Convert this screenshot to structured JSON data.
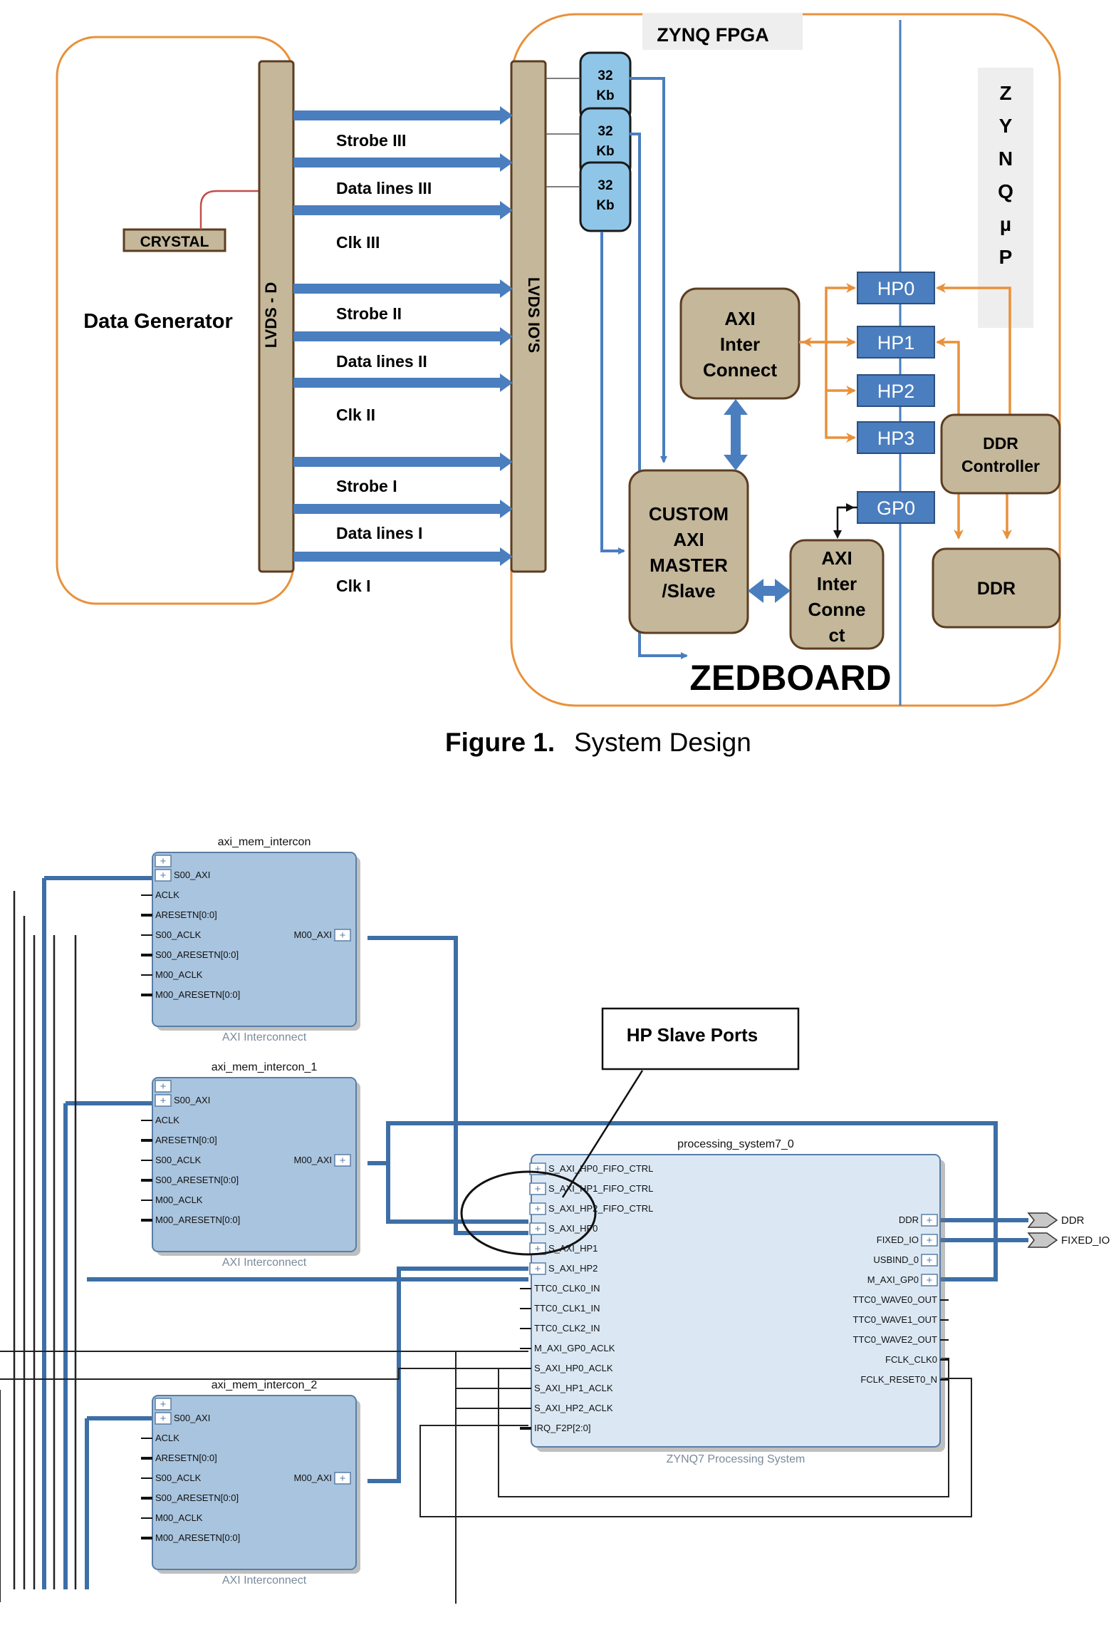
{
  "figure1": {
    "caption_label": "Figure 1.",
    "caption_text": "System Design",
    "data_generator": {
      "title": "Data Generator",
      "crystal_label": "CRYSTAL",
      "lvds_d_label": "LVDS - D"
    },
    "lvds_ios_label": "LVDS IO'S",
    "signals": [
      "Strobe III",
      "Data lines III",
      "Clk III",
      "Strobe II",
      "Data lines II",
      "Clk II",
      "Strobe I",
      "Data lines I",
      "Clk I"
    ],
    "fpga": {
      "title": "ZYNQ FPGA",
      "board_label": "ZEDBOARD",
      "zynq_up_letters": [
        "Z",
        "Y",
        "N",
        "Q",
        "µ",
        "P"
      ],
      "bram_blocks": [
        {
          "line1": "32",
          "line2": "Kb"
        },
        {
          "line1": "32",
          "line2": "Kb"
        },
        {
          "line1": "32",
          "line2": "Kb"
        }
      ],
      "axi_interconnect_top": [
        "AXI",
        "Inter",
        "Connect"
      ],
      "axi_interconnect_bottom": [
        "AXI",
        "Inter",
        "Conne",
        "ct"
      ],
      "custom_master": [
        "CUSTOM",
        "AXI",
        "MASTER",
        "/Slave"
      ],
      "hp_ports": [
        "HP0",
        "HP1",
        "HP2",
        "HP3"
      ],
      "gp_port": "GP0",
      "ddr_controller": [
        "DDR",
        "Controller"
      ],
      "ddr": "DDR"
    },
    "colors": {
      "orange": "#e8913a",
      "blue_arrow": "#4a7ebf",
      "tan": "#c4b79a",
      "brown_border": "#5c3d22",
      "hp_blue": "#4a7ebf",
      "bram_fill": "#8fc6e8"
    }
  },
  "figure2": {
    "callout": "HP Slave Ports",
    "interconnects": [
      {
        "name": "axi_mem_intercon",
        "footer": "AXI Interconnect",
        "ports_left": [
          "S00_AXI",
          "ACLK",
          "ARESETN[0:0]",
          "S00_ACLK",
          "S00_ARESETN[0:0]",
          "M00_ACLK",
          "M00_ARESETN[0:0]"
        ],
        "port_right": "M00_AXI"
      },
      {
        "name": "axi_mem_intercon_1",
        "footer": "AXI Interconnect",
        "ports_left": [
          "S00_AXI",
          "ACLK",
          "ARESETN[0:0]",
          "S00_ACLK",
          "S00_ARESETN[0:0]",
          "M00_ACLK",
          "M00_ARESETN[0:0]"
        ],
        "port_right": "M00_AXI"
      },
      {
        "name": "axi_mem_intercon_2",
        "footer": "AXI Interconnect",
        "ports_left": [
          "S00_AXI",
          "ACLK",
          "ARESETN[0:0]",
          "S00_ACLK",
          "S00_ARESETN[0:0]",
          "M00_ACLK",
          "M00_ARESETN[0:0]"
        ],
        "port_right": "M00_AXI"
      }
    ],
    "processing_system": {
      "name": "processing_system7_0",
      "footer": "ZYNQ7 Processing System",
      "ports_left": [
        "S_AXI_HP0_FIFO_CTRL",
        "S_AXI_HP1_FIFO_CTRL",
        "S_AXI_HP2_FIFO_CTRL",
        "S_AXI_HP0",
        "S_AXI_HP1",
        "S_AXI_HP2",
        "TTC0_CLK0_IN",
        "TTC0_CLK1_IN",
        "TTC0_CLK2_IN",
        "M_AXI_GP0_ACLK",
        "S_AXI_HP0_ACLK",
        "S_AXI_HP1_ACLK",
        "S_AXI_HP2_ACLK",
        "IRQ_F2P[2:0]"
      ],
      "ports_right": [
        "DDR",
        "FIXED_IO",
        "USBIND_0",
        "M_AXI_GP0",
        "TTC0_WAVE0_OUT",
        "TTC0_WAVE1_OUT",
        "TTC0_WAVE2_OUT",
        "FCLK_CLK0",
        "FCLK_RESET0_N"
      ],
      "external_ports": [
        "DDR",
        "FIXED_IO"
      ]
    },
    "colors": {
      "block_fill": "#a9c4de",
      "block_border": "#5a7ea6",
      "wire_blue": "#3d6fa6",
      "wire_black": "#222222",
      "ps_fill": "#dbe8f4"
    }
  }
}
